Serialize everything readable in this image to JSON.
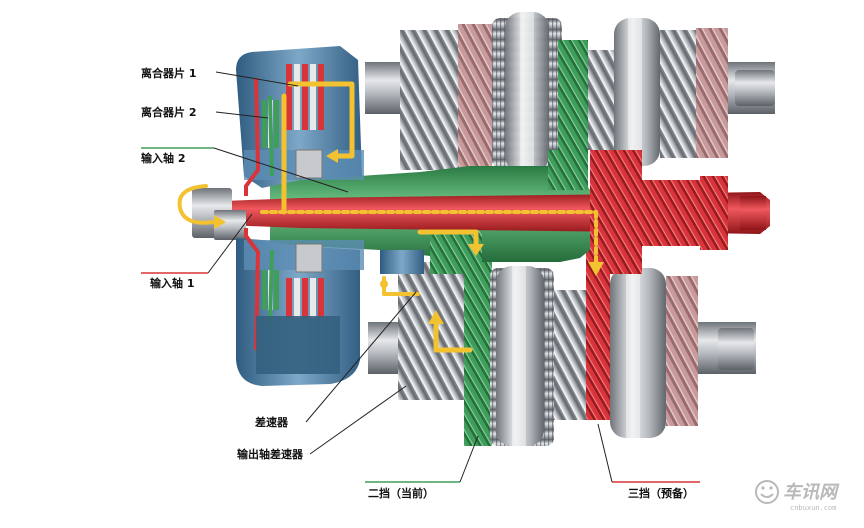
{
  "labels": {
    "clutch_plate_1": "离合器片 1",
    "clutch_plate_2": "离合器片 2",
    "input_shaft_2": "输入轴 2",
    "input_shaft_1": "输入轴 1",
    "differential": "差速器",
    "output_shaft_differential": "输出轴差速器",
    "gear_2_current": "二挡（当前）",
    "gear_3_preselected": "三挡（预备）"
  },
  "watermark": {
    "brand": "车讯网",
    "url": "cnbuxun.com"
  },
  "colors": {
    "input_shaft_1": "#d8343a",
    "input_shaft_2": "#3e9e5a",
    "power_flow": "#f2c230",
    "clutch_housing": "#4d7fa6",
    "gear_steel": "#a9adb3",
    "label_line_green": "#3e9e5a",
    "label_line_red": "#d8343a"
  }
}
